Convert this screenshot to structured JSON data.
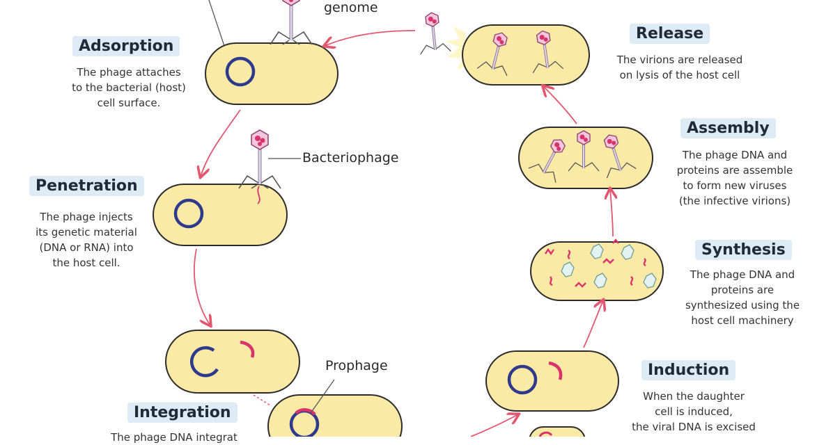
{
  "stages": {
    "adsorption": {
      "title": "Adsorption",
      "desc": [
        "The phage attaches",
        "to the bacterial (host)",
        "cell surface."
      ]
    },
    "penetration": {
      "title": "Penetration",
      "desc": [
        "The phage injects",
        "its genetic material",
        "(DNA or RNA) into",
        "the host cell."
      ]
    },
    "integration": {
      "title": "Integration",
      "desc": [
        "The phage DNA integrat"
      ]
    },
    "release": {
      "title": "Release",
      "desc": [
        "The virions are released",
        "on lysis of the host cell"
      ]
    },
    "assembly": {
      "title": "Assembly",
      "desc": [
        "The phage DNA and",
        "proteins are assemble",
        "to form new viruses",
        "(the infective virions)"
      ]
    },
    "synthesis": {
      "title": "Synthesis",
      "desc": [
        "The phage DNA and",
        "proteins are",
        "synthesized using the",
        "host cell machinery"
      ]
    },
    "induction": {
      "title": "Induction",
      "desc": [
        "When the daughter",
        "cell is induced,",
        "the viral DNA is excised"
      ]
    }
  },
  "labels": {
    "genome": "genome",
    "bacteriophage": "Bacteriophage",
    "prophage": "Prophage"
  },
  "colors": {
    "cell_fill": "#fbe9a6",
    "cell_stroke": "#2b2b2b",
    "dna_blue": "#2e3a8c",
    "dna_red": "#d8336b",
    "arrow": "#e3566f",
    "chip": "#dcebf4",
    "capsid": "#e887b7",
    "tail": "#c9c9d6"
  }
}
